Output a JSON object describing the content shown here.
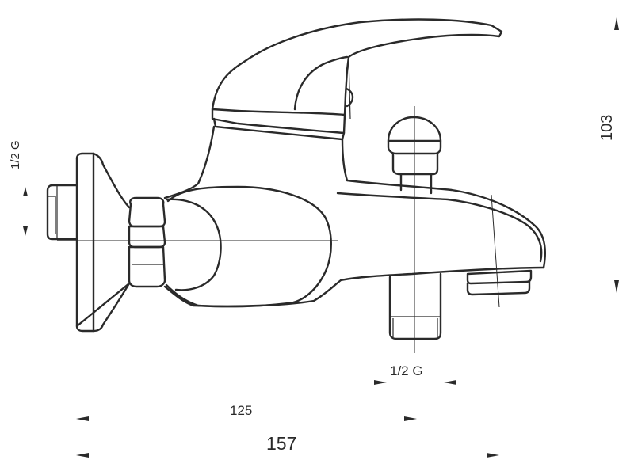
{
  "dimensions": {
    "width_125": "125",
    "width_157": "157",
    "height_103": "103",
    "thread_inlet": "1/2 G",
    "thread_outlet": "1/2 G"
  },
  "colors": {
    "line": "#2a2a2a",
    "background": "#ffffff"
  }
}
